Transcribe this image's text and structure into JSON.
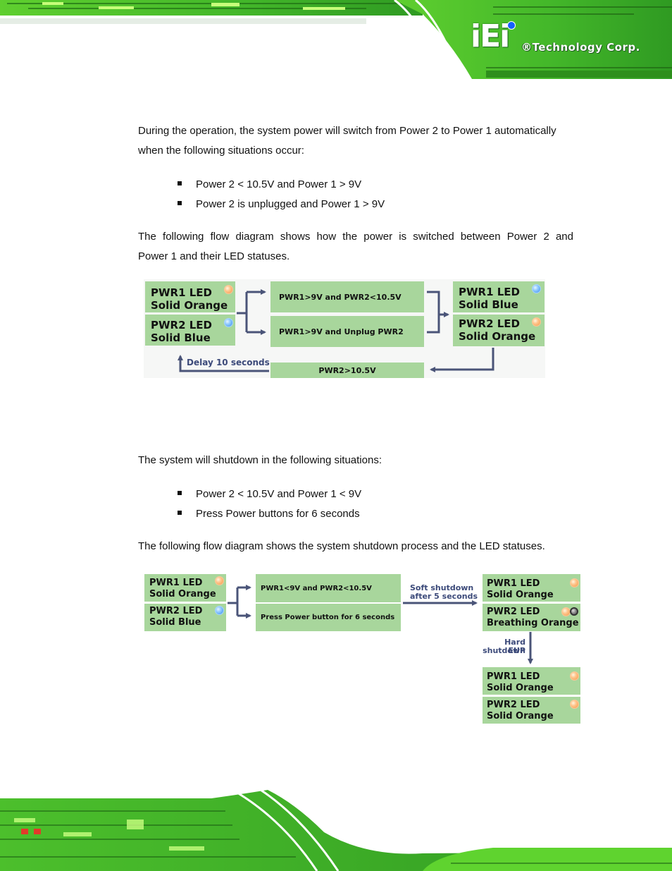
{
  "header": {
    "logo_mark": "iEi",
    "logo_text": "®Technology Corp."
  },
  "section1": {
    "intro": "During the operation, the system power will switch from Power 2 to Power 1 automatically when the following situations occur:",
    "bullets": [
      "Power 2 < 10.5V and Power 1 > 9V",
      "Power 2 is unplugged and Power 1 > 9V"
    ],
    "diagram_intro_line1": "The following flow diagram shows how the power is switched between Power 2 and",
    "diagram_intro_line2": "Power 1 and their LED statuses."
  },
  "diagram1": {
    "left_top": {
      "title": "PWR1 LED",
      "state": "Solid Orange",
      "led": "orange"
    },
    "left_bottom": {
      "title": "PWR2 LED",
      "state": "Solid Blue",
      "led": "blue"
    },
    "cond_top": "PWR1>9V and PWR2<10.5V",
    "cond_bottom": "PWR1>9V and Unplug PWR2",
    "right_top": {
      "title": "PWR1 LED",
      "state": "Solid Blue",
      "led": "blue"
    },
    "right_bottom": {
      "title": "PWR2 LED",
      "state": "Solid Orange",
      "led": "orange"
    },
    "return_cond": "PWR2>10.5V",
    "delay_label": "Delay 10 seconds"
  },
  "section2": {
    "intro": "The system will shutdown in the following situations:",
    "bullets": [
      "Power 2 < 10.5V and Power 1 < 9V",
      "Press Power buttons for 6 seconds"
    ],
    "diagram_intro": "The following flow diagram shows the system shutdown process and the LED statuses."
  },
  "diagram2": {
    "left_top": {
      "title": "PWR1 LED",
      "state": "Solid Orange",
      "led": "orange"
    },
    "left_bottom": {
      "title": "PWR2 LED",
      "state": "Solid Blue",
      "led": "blue"
    },
    "cond_top": "PWR1<9V and PWR2<10.5V",
    "cond_bottom": "Press Power button for 6 seconds",
    "soft_label_1": "Soft shutdown",
    "soft_label_2": "after 5 seconds",
    "right_top": {
      "title": "PWR1 LED",
      "state": "Solid Orange",
      "led": "orange"
    },
    "right_bottom": {
      "title": "PWR2 LED",
      "state": "Breathing Orange",
      "led": "orange"
    },
    "hard_label_1": "Hard shutdown",
    "hard_label_2": "EUP",
    "final_top": {
      "title": "PWR1 LED",
      "state": "Solid Orange",
      "led": "orange"
    },
    "final_bottom": {
      "title": "PWR2 LED",
      "state": "Solid Orange",
      "led": "orange"
    }
  },
  "colors": {
    "box_green": "#a8d69c",
    "arrow": "#4a5478",
    "circuit_green": "#3fae2a"
  }
}
